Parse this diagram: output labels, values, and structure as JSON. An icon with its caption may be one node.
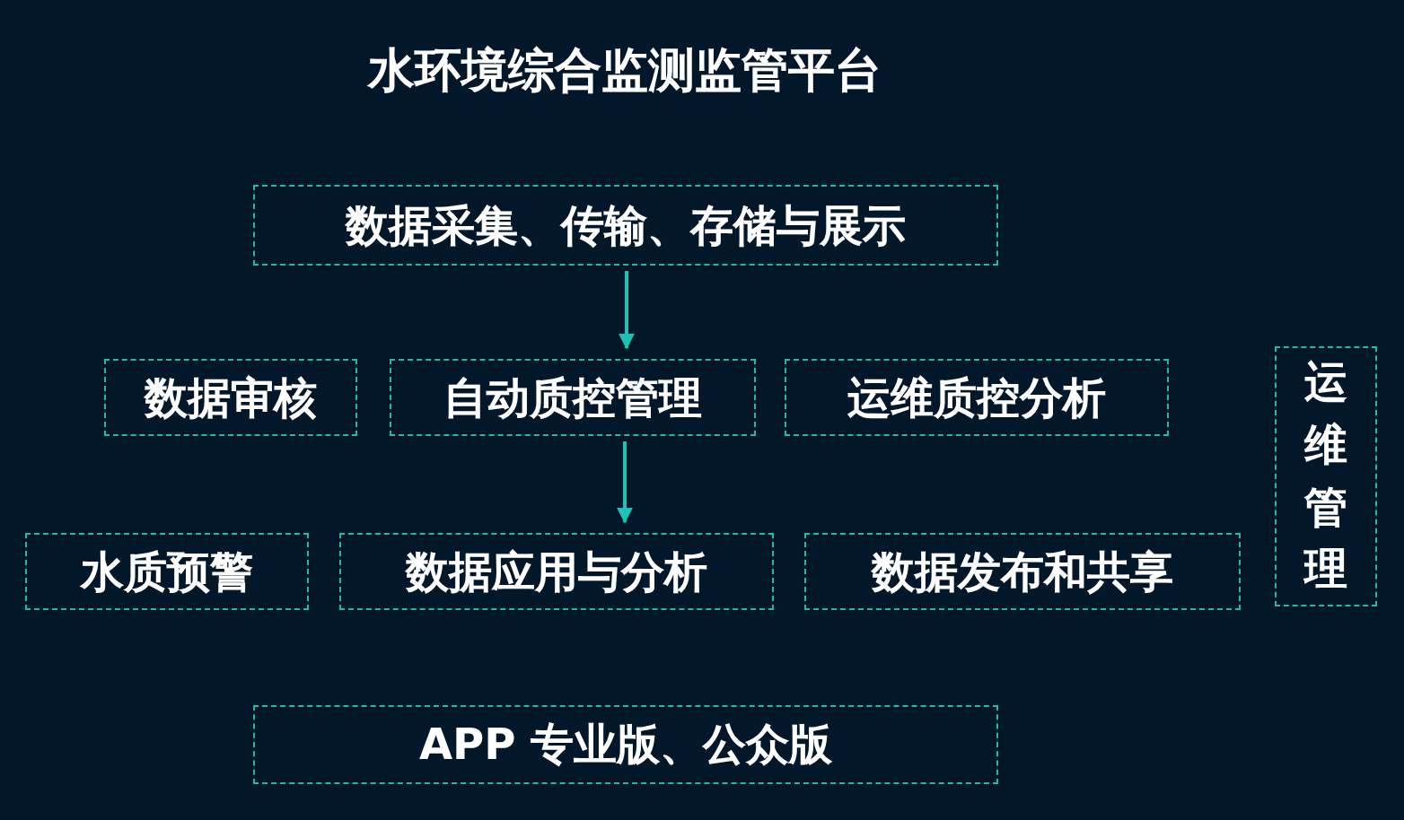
{
  "diagram": {
    "title": "水环境综合监测监管平台",
    "nodes": [
      {
        "text": [
          "数据采集、传输、存储与展示"
        ]
      },
      {
        "text": [
          "数据审核"
        ]
      },
      {
        "text": [
          "自动质控管理"
        ]
      },
      {
        "text": [
          "运维质控分析"
        ]
      },
      {
        "text": [
          "运维管理"
        ]
      },
      {
        "text": [
          "水质预警"
        ]
      },
      {
        "text": [
          "数据应用与分析"
        ]
      },
      {
        "text": [
          "数据发布和共享"
        ]
      },
      {
        "text": [
          "APP 专业版、公众版"
        ]
      }
    ],
    "edges": [
      {
        "from": 0,
        "to": 2,
        "arrow": "to"
      },
      {
        "from": 2,
        "to": 6,
        "arrow": "to"
      }
    ]
  }
}
